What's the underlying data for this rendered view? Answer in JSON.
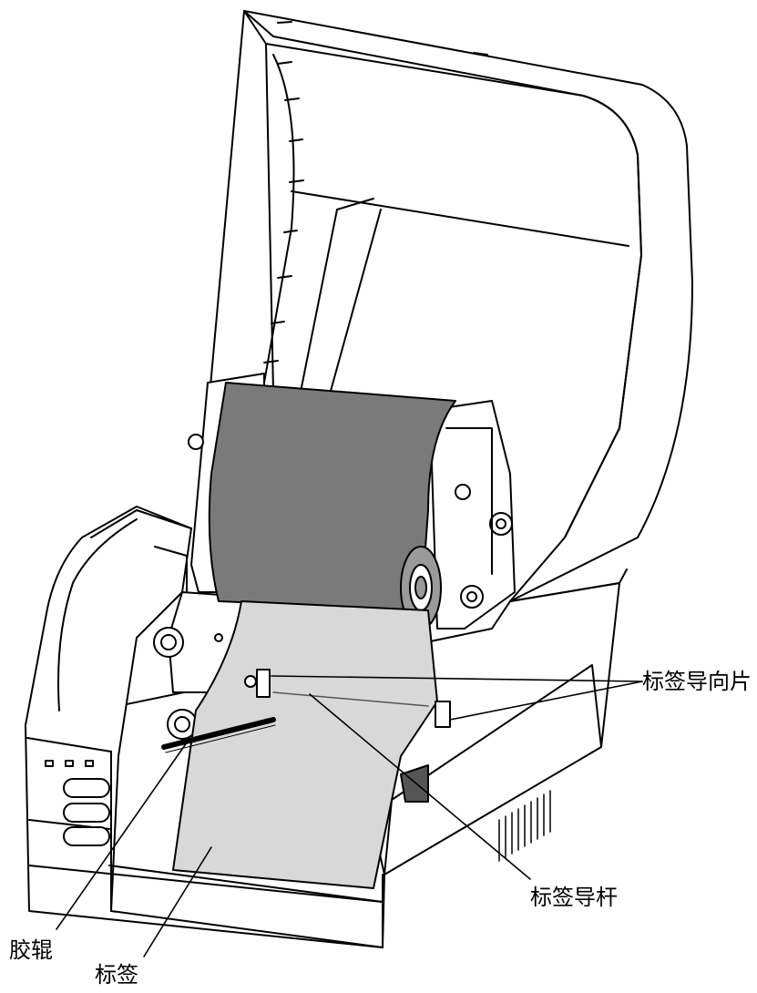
{
  "callouts": {
    "label_guide": "标签导向片",
    "label_guide_rod": "标签导杆",
    "rubber_roller": "胶辊",
    "label": "标签"
  },
  "colors": {
    "outline": "#000000",
    "ribbon": "#7a7a7a",
    "label_paper": "#d8d8d8",
    "body": "#ffffff"
  }
}
